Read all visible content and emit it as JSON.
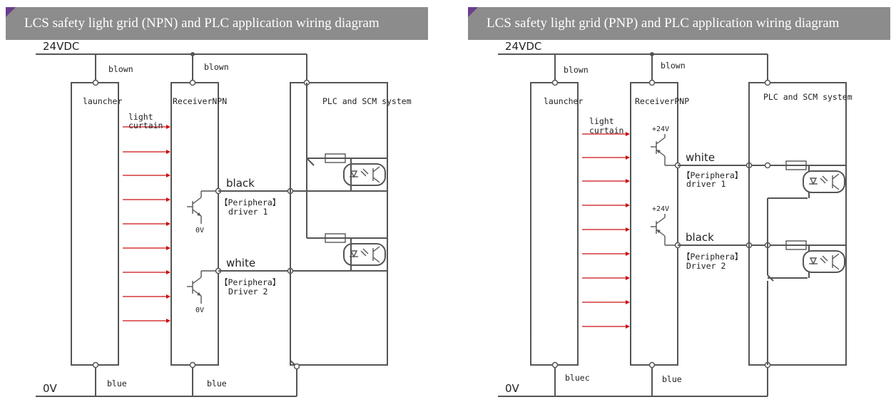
{
  "left": {
    "title": "LCS safety light grid (NPN) and PLC application wiring diagram",
    "supply_top": "24VDC",
    "supply_bottom": "0V",
    "wire_top_emitter": "blown",
    "wire_top_receiver": "blown",
    "wire_bottom_emitter": "blue",
    "wire_bottom_receiver": "blue",
    "emitter_label": "launcher",
    "receiver_label": "ReceiverNPN",
    "system_label": "PLC and SCM system",
    "light_label_1": "light",
    "light_label_2": "curtain",
    "out1_color": "black",
    "out1_name_1": "【Periphera】",
    "out1_name_2": "driver 1",
    "out1_ref": "0V",
    "out2_color": "white",
    "out2_name_1": "【Periphera】",
    "out2_name_2": "Driver 2",
    "out2_ref": "0V"
  },
  "right": {
    "title": "LCS safety light grid (PNP) and PLC application wiring diagram",
    "supply_top": "24VDC",
    "supply_bottom": "0V",
    "wire_top_emitter": "blown",
    "wire_top_receiver": "blown",
    "wire_bottom_emitter": "bluec",
    "wire_bottom_receiver": "blue",
    "emitter_label": "launcher",
    "receiver_label": "ReceiverPNP",
    "system_label": "PLC and SCM system",
    "light_label_1": "light",
    "light_label_2": "curtain",
    "out1_color": "white",
    "out1_name_1": "【Periphera】",
    "out1_name_2": "driver 1",
    "out1_ref": "+24V",
    "out2_color": "black",
    "out2_name_1": "【Periphera】",
    "out2_name_2": "Driver 2",
    "out2_ref": "+24V"
  },
  "colors": {
    "header_bg": "#8c8c8c",
    "header_accent": "#6a3d8c",
    "wire": "#555555",
    "light_beam": "#cc1111"
  }
}
